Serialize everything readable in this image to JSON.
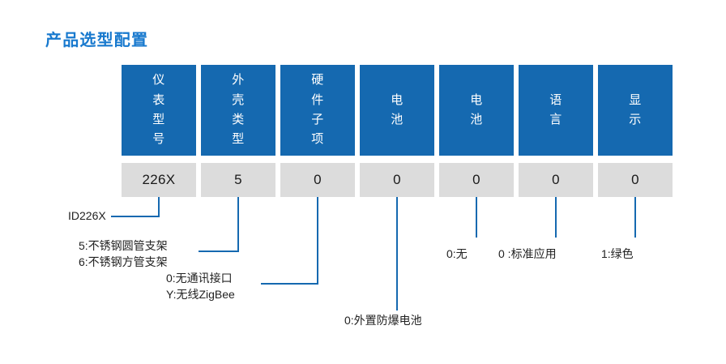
{
  "page": {
    "title": "产品选型配置",
    "accent_blue": "#1569b0",
    "title_blue": "#1879ce",
    "value_cell_gray": "#dcdcdc",
    "text_color": "#222222"
  },
  "matrix": {
    "columns": [
      {
        "key": "meter-model",
        "header_lines": [
          "仪",
          "表",
          "型",
          "号"
        ],
        "value": "226X"
      },
      {
        "key": "enclosure-type",
        "header_lines": [
          "外",
          "壳",
          "类",
          "型"
        ],
        "value": "5"
      },
      {
        "key": "hardware-sub-item",
        "header_lines": [
          "硬",
          "件",
          "子",
          "项"
        ],
        "value": "0"
      },
      {
        "key": "battery-1",
        "header_lines": [
          "电",
          "池"
        ],
        "value": "0"
      },
      {
        "key": "battery-2",
        "header_lines": [
          "电",
          "池"
        ],
        "value": "0"
      },
      {
        "key": "language",
        "header_lines": [
          "语",
          "言"
        ],
        "value": "0"
      },
      {
        "key": "display",
        "header_lines": [
          "显",
          "示"
        ],
        "value": "0"
      }
    ]
  },
  "annotations": {
    "meter_model": {
      "lines": [
        "ID226X"
      ]
    },
    "enclosure_type": {
      "lines": [
        "5:不锈钢圆管支架",
        "6:不锈钢方管支架"
      ]
    },
    "hardware_sub_item": {
      "lines": [
        "0:无通讯接口",
        "Y:无线ZigBee"
      ]
    },
    "battery_1": {
      "lines": [
        "0:外置防爆电池"
      ]
    },
    "battery_2": {
      "lines": [
        "0:无"
      ]
    },
    "language": {
      "lines": [
        "0 :标准应用"
      ]
    },
    "display": {
      "lines": [
        "1:绿色"
      ]
    }
  }
}
